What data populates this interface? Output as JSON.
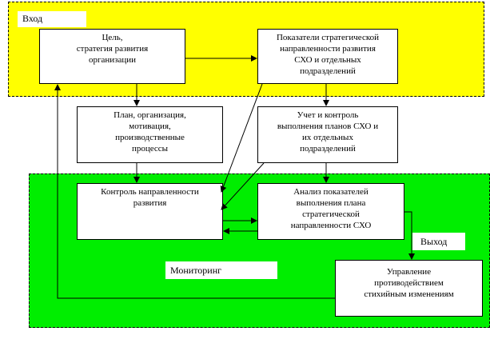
{
  "zones": {
    "input": {
      "label": "Вход",
      "color": "#ffff00"
    },
    "monitoring": {
      "label": "Мониторинг",
      "color": "#00ee00"
    }
  },
  "output_label": "Выход",
  "boxes": {
    "goal": "Цель,\nстратегия развития\nорганизации",
    "indicators": "Показатели стратегической\nнаправленности развития\nСХО и отдельных\nподразделений",
    "planning": "План, организация,\nмотивация,\nпроизводственные\nпроцессы",
    "accounting": "Учет и контроль\nвыполнения планов СХО и\nих отдельных\nподразделений",
    "control": "Контроль направленности\nразвития",
    "analysis": "Анализ показателей\nвыполнения плана\nстратегической\nнаправленности СХО",
    "management": "Управление\nпротиводействием\nстихийным изменениям"
  }
}
